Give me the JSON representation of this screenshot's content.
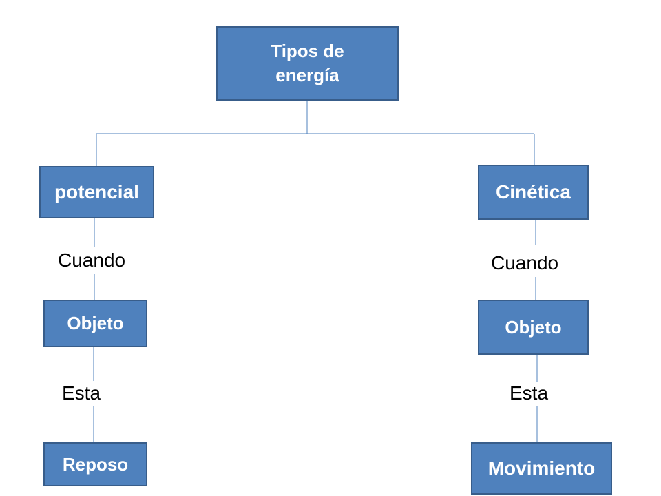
{
  "diagram": {
    "root": {
      "label_line1": "Tipos de",
      "label_line2": "energía"
    },
    "left": {
      "branch": "potencial",
      "connector1": "Cuando",
      "node2": "Objeto",
      "connector2": "Esta",
      "leaf": "Reposo"
    },
    "right": {
      "branch": "Cinética",
      "connector1": "Cuando",
      "node2": "Objeto",
      "connector2": "Esta",
      "leaf": "Movimiento"
    }
  },
  "colors": {
    "box_fill": "#4f81bd",
    "box_border": "#385d8a",
    "box_text": "#ffffff",
    "connector": "#4f81bd",
    "label_text": "#000000"
  }
}
